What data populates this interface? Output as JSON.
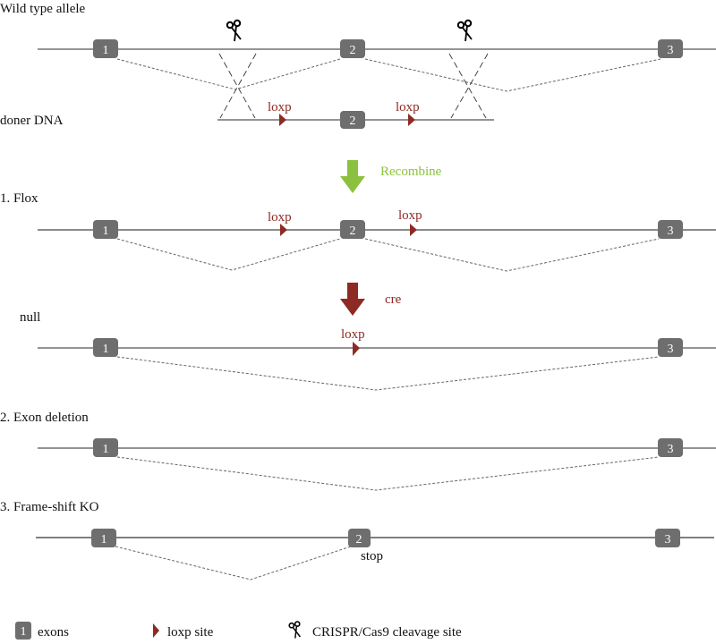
{
  "title": "CRISPR/Cas9 knockout strategies",
  "rows": {
    "wild_type": {
      "label": "Wild type allele",
      "exons": [
        "1",
        "2",
        "3"
      ]
    },
    "donor": {
      "label": "doner DNA",
      "exon": "2",
      "loxp_labels": [
        "loxp",
        "loxp"
      ]
    },
    "recombine": {
      "label": "Recombine",
      "color": "#8cc13f"
    },
    "flox": {
      "label": "1. Flox",
      "exons": [
        "1",
        "2",
        "3"
      ],
      "loxp_labels": [
        "loxp",
        "loxp"
      ]
    },
    "cre": {
      "label": "cre",
      "color": "#8e2a24"
    },
    "null": {
      "label": "null",
      "exons": [
        "1",
        "3"
      ],
      "loxp_label": "loxp"
    },
    "exon_deletion": {
      "label": "2. Exon deletion",
      "exons": [
        "1",
        "3"
      ]
    },
    "frameshift": {
      "label": "3. Frame-shift KO",
      "exons": [
        "1",
        "2",
        "3"
      ],
      "stop_label": "stop"
    }
  },
  "legend": {
    "exon_num": "1",
    "exons": "exons",
    "loxp": "loxp site",
    "crispr": "CRISPR/Cas9 cleavage site"
  },
  "colors": {
    "exon": "#6e6e6e",
    "loxp": "#8e2a24",
    "recombine_arrow": "#8cc13f",
    "cre_arrow": "#8e2a24"
  }
}
